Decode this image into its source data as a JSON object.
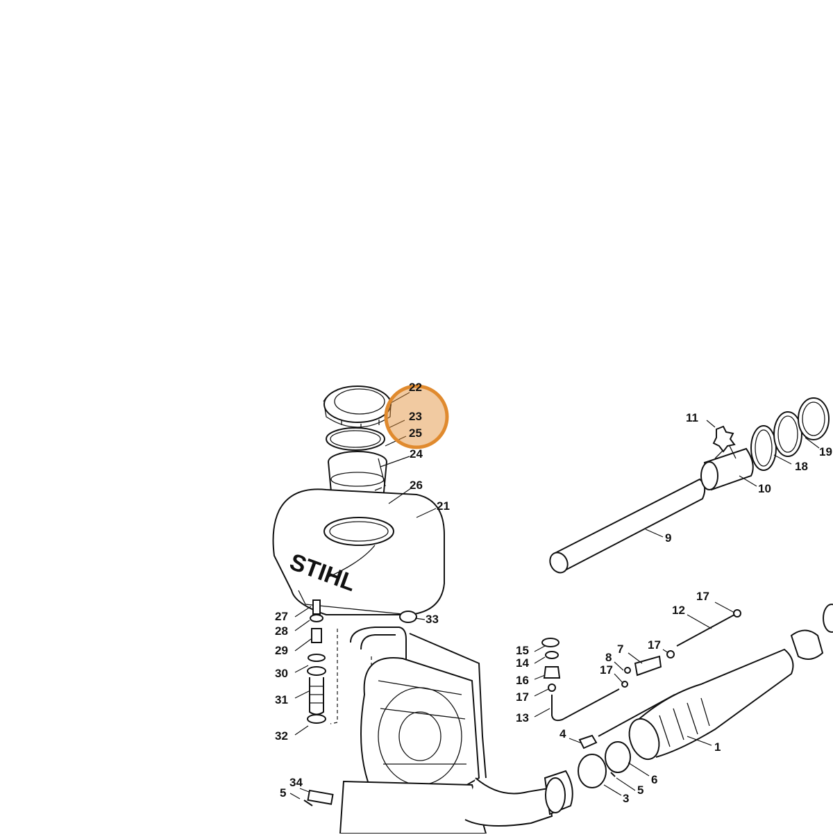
{
  "diagram": {
    "brand_text": "STIHL",
    "highlight_color": "#e08a2e",
    "line_color": "#111111",
    "background": "#ffffff",
    "callouts": {
      "c1": "1",
      "c3": "3",
      "c4": "4",
      "c5a": "5",
      "c5b": "5",
      "c6": "6",
      "c7": "7",
      "c8": "8",
      "c9": "9",
      "c10": "10",
      "c11": "11",
      "c12": "12",
      "c13": "13",
      "c14": "14",
      "c15": "15",
      "c16": "16",
      "c17a": "17",
      "c17b": "17",
      "c17c": "17",
      "c17d": "17",
      "c18": "18",
      "c19": "19",
      "c21": "21",
      "c22": "22",
      "c23": "23",
      "c24": "24",
      "c25": "25",
      "c26": "26",
      "c27": "27",
      "c28": "28",
      "c29": "29",
      "c30": "30",
      "c31": "31",
      "c32": "32",
      "c33": "33",
      "c34": "34"
    }
  }
}
